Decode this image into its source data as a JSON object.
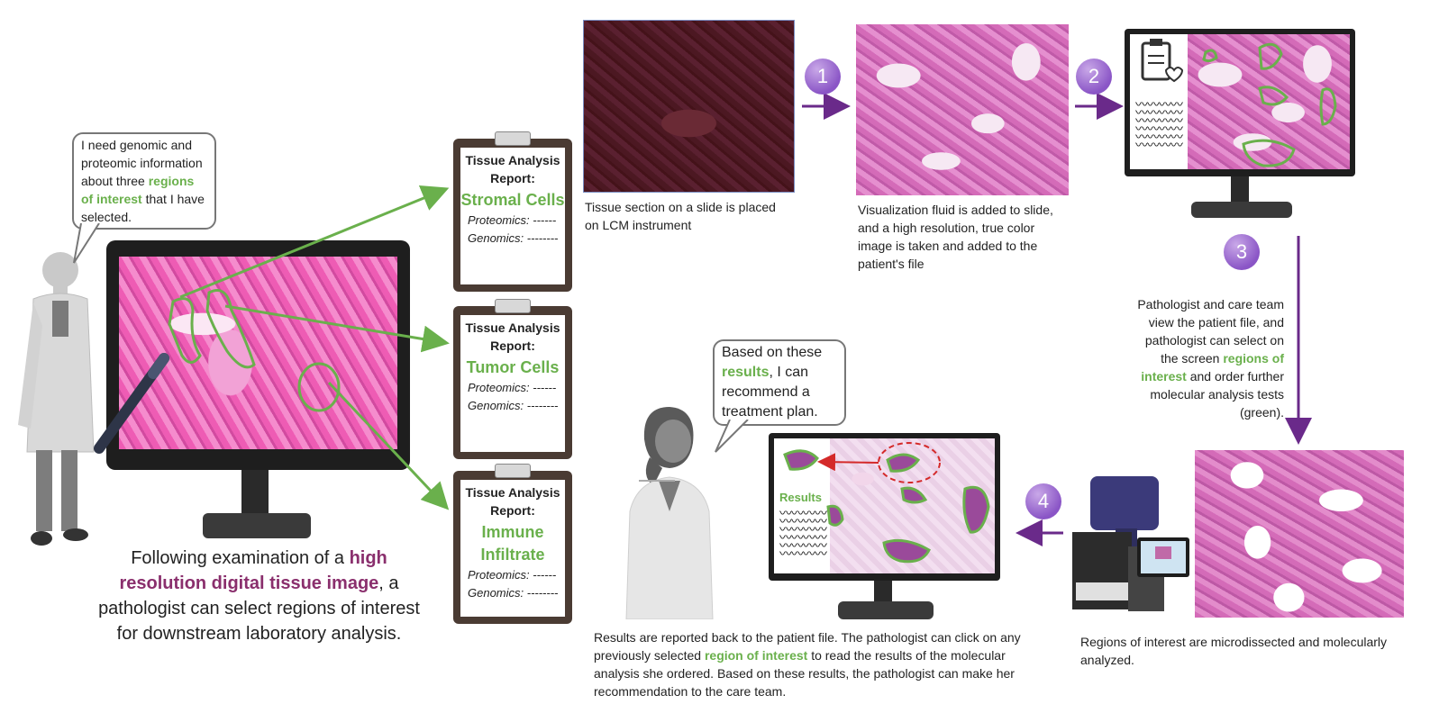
{
  "left": {
    "speech": {
      "pre": "I need genomic and proteomic information about three ",
      "highlight": "regions of interest",
      "post": " that I have selected."
    },
    "caption": {
      "pre": "Following examination of a ",
      "highlight": "high resolution digital tissue image",
      "post": ", a pathologist can select regions of interest for downstream laboratory analysis."
    }
  },
  "cards": [
    {
      "title": "Tissue Analysis Report:",
      "name": "Stromal Cells",
      "row1": "Proteomics: ------",
      "row2": "Genomics: --------"
    },
    {
      "title": "Tissue Analysis Report:",
      "name": "Tumor Cells",
      "row1": "Proteomics: ------",
      "row2": "Genomics: --------"
    },
    {
      "title": "Tissue Analysis Report:",
      "name": "Immune Infiltrate",
      "row1": "Proteomics: ------",
      "row2": "Genomics: --------"
    }
  ],
  "steps": [
    "1",
    "2",
    "3",
    "4"
  ],
  "captions": {
    "slide": "Tissue section on a slide is placed on LCM instrument",
    "fluid": "Visualization fluid is added to slide, and a high resolution, true color image is taken and added to the patient's file",
    "step3": {
      "pre": "Pathologist and care team view the patient file, and pathologist can select on the screen ",
      "highlight": "regions of interest",
      "post": " and order further molecular analysis tests (green)."
    },
    "microdissect": "Regions of interest are microdissected and molecularly analyzed.",
    "results": {
      "pre": "Results are reported back to the patient file. The pathologist can click on any previously selected ",
      "highlight": "region of interest",
      "post": " to read the results of the molecular analysis she ordered. Based on these results, the pathologist can make her recommendation to the care team."
    }
  },
  "bottom_speech": {
    "pre": "Based on these ",
    "highlight": "results",
    "post": ", I can recommend a treatment plan."
  },
  "results_label": "Results",
  "wavy_text": "〰〰〰〰",
  "colors": {
    "green": "#6ab04c",
    "purple_arrow": "#6a2a8a",
    "step_circle": "#8a55c6",
    "highlight_purple": "#8a2f6d"
  }
}
